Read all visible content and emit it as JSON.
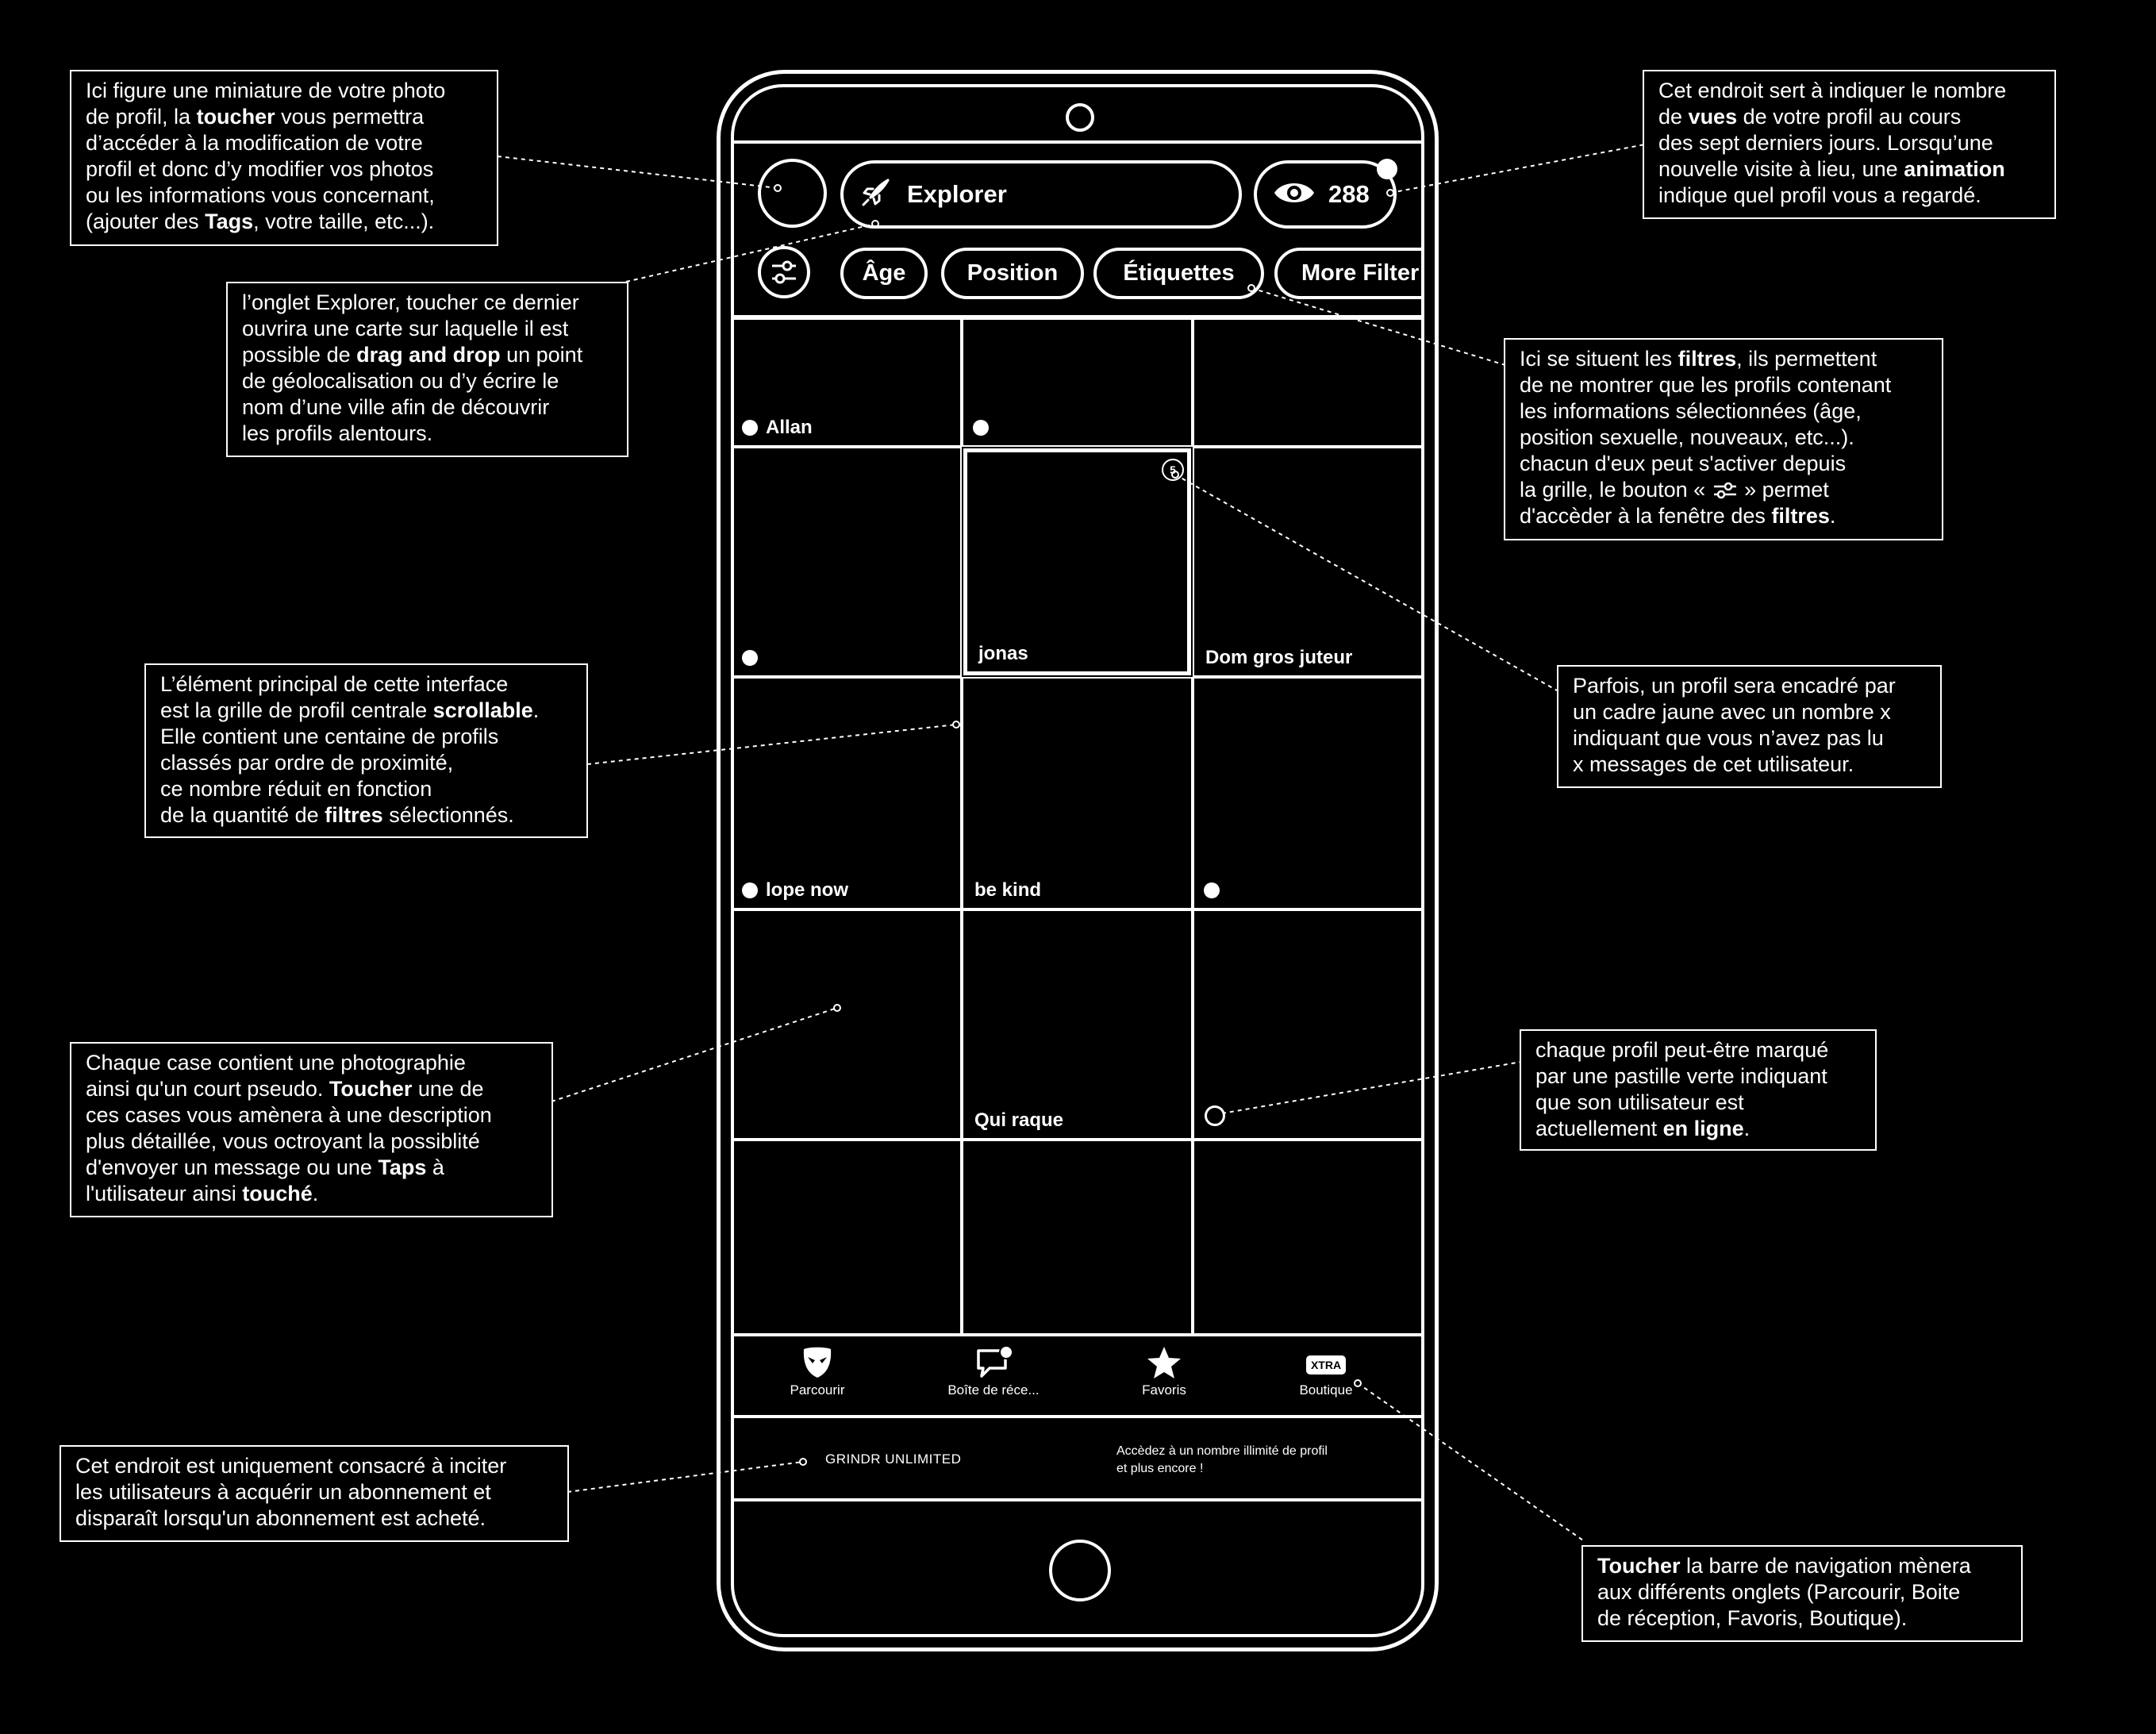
{
  "phone": {
    "header": {
      "explorer_label": "Explorer",
      "views_count": "288"
    },
    "filters": [
      "Âge",
      "Position",
      "Étiquettes",
      "More Filter"
    ],
    "grid": [
      {
        "name": "Allan",
        "online": true,
        "unread": null
      },
      {
        "name": "",
        "online": true,
        "unread": null
      },
      {
        "name": "",
        "online": false,
        "unread": null
      },
      {
        "name": "",
        "online": true,
        "unread": null
      },
      {
        "name": "jonas",
        "online": false,
        "unread": "5"
      },
      {
        "name": "Dom gros juteur",
        "online": false,
        "unread": null
      },
      {
        "name": "lope now",
        "online": true,
        "unread": null
      },
      {
        "name": "be kind",
        "online": false,
        "unread": null
      },
      {
        "name": "",
        "online": true,
        "unread": null
      },
      {
        "name": "",
        "online": false,
        "unread": null
      },
      {
        "name": "Qui raque",
        "online": false,
        "unread": null
      },
      {
        "name": "",
        "online": false,
        "unread": null
      },
      {
        "name": "",
        "online": false,
        "unread": null
      },
      {
        "name": "",
        "online": false,
        "unread": null
      },
      {
        "name": "",
        "online": false,
        "unread": null
      }
    ],
    "tabs": [
      {
        "label": "Parcourir",
        "icon": "mask-icon"
      },
      {
        "label": "Boîte de réce...",
        "icon": "chat-bubble-icon"
      },
      {
        "label": "Favoris",
        "icon": "star-icon"
      },
      {
        "label": "Boutique",
        "icon": "xtra-badge-icon",
        "badge_text": "XTRA"
      }
    ],
    "promo": {
      "title": "GRINDR UNLIMITED",
      "description_line1": "Accèdez à un nombre illimité de profil",
      "description_line2": "et plus encore !"
    }
  },
  "callouts": {
    "avatar": [
      [
        {
          "t": "Ici figure une miniature de votre photo"
        }
      ],
      [
        {
          "t": "de profil, la "
        },
        {
          "t": "toucher",
          "b": true
        },
        {
          "t": " vous permettra"
        }
      ],
      [
        {
          "t": "d’accéder à la modification de votre"
        }
      ],
      [
        {
          "t": "profil et donc d’y modifier vos photos"
        }
      ],
      [
        {
          "t": "ou les informations vous concernant,"
        }
      ],
      [
        {
          "t": "(ajouter des "
        },
        {
          "t": "Tags",
          "b": true
        },
        {
          "t": ", votre taille, etc...)."
        }
      ]
    ],
    "explorer": [
      [
        {
          "t": "l’onglet Explorer, toucher ce dernier"
        }
      ],
      [
        {
          "t": "ouvrira une carte sur laquelle il est"
        }
      ],
      [
        {
          "t": "possible de "
        },
        {
          "t": "drag and drop",
          "b": true
        },
        {
          "t": " un point"
        }
      ],
      [
        {
          "t": "de géolocalisation ou d’y écrire le"
        }
      ],
      [
        {
          "t": "nom d’une ville afin de découvrir"
        }
      ],
      [
        {
          "t": "les profils alentours."
        }
      ]
    ],
    "grid": [
      [
        {
          "t": "L’élément principal de cette interface"
        }
      ],
      [
        {
          "t": "est la grille de profil centrale "
        },
        {
          "t": "scrollable",
          "b": true
        },
        {
          "t": "."
        }
      ],
      [
        {
          "t": "Elle contient une centaine de profils"
        }
      ],
      [
        {
          "t": "classés par ordre de proximité,"
        }
      ],
      [
        {
          "t": "ce nombre réduit en fonction"
        }
      ],
      [
        {
          "t": "de la quantité de "
        },
        {
          "t": "filtres",
          "b": true
        },
        {
          "t": " sélectionnés."
        }
      ]
    ],
    "cell": [
      [
        {
          "t": "Chaque case contient une photographie"
        }
      ],
      [
        {
          "t": "ainsi qu'un court pseudo. "
        },
        {
          "t": "Toucher",
          "b": true
        },
        {
          "t": " une de"
        }
      ],
      [
        {
          "t": "ces cases vous amènera à une description"
        }
      ],
      [
        {
          "t": "plus détaillée, vous octroyant la possiblité"
        }
      ],
      [
        {
          "t": "d'envoyer un message ou une "
        },
        {
          "t": "Taps",
          "b": true
        },
        {
          "t": " à"
        }
      ],
      [
        {
          "t": "l'utilisateur ainsi "
        },
        {
          "t": "touché",
          "b": true
        },
        {
          "t": "."
        }
      ]
    ],
    "promo": [
      [
        {
          "t": "Cet endroit est uniquement consacré à inciter"
        }
      ],
      [
        {
          "t": "les utilisateurs à acquérir un abonnement et"
        }
      ],
      [
        {
          "t": "disparaît lorsqu'un abonnement est acheté."
        }
      ]
    ],
    "views": [
      [
        {
          "t": "Cet endroit sert à indiquer le nombre"
        }
      ],
      [
        {
          "t": "de "
        },
        {
          "t": "vues",
          "b": true
        },
        {
          "t": " de votre profil au cours"
        }
      ],
      [
        {
          "t": "des sept derniers jours. Lorsqu’une"
        }
      ],
      [
        {
          "t": "nouvelle visite à lieu, une "
        },
        {
          "t": "animation",
          "b": true
        }
      ],
      [
        {
          "t": "indique quel profil vous a regardé."
        }
      ]
    ],
    "filters": [
      [
        {
          "t": "Ici se situent les "
        },
        {
          "t": "filtres",
          "b": true
        },
        {
          "t": ", ils permettent"
        }
      ],
      [
        {
          "t": "de ne montrer que les profils contenant"
        }
      ],
      [
        {
          "t": "les informations sélectionnées (âge,"
        }
      ],
      [
        {
          "t": "position sexuelle, nouveaux, etc...)."
        }
      ],
      [
        {
          "t": "chacun d'eux peut s'activer depuis"
        }
      ],
      [
        {
          "t": "la grille, le bouton « "
        },
        {
          "icon": "sliders-icon"
        },
        {
          "t": " » permet"
        }
      ],
      [
        {
          "t": "d'accèder à la fenêtre des "
        },
        {
          "t": "filtres",
          "b": true
        },
        {
          "t": "."
        }
      ]
    ],
    "unread": [
      [
        {
          "t": "Parfois, un profil sera encadré par"
        }
      ],
      [
        {
          "t": "un cadre jaune avec un nombre x"
        }
      ],
      [
        {
          "t": "indiquant que vous n’avez pas lu"
        }
      ],
      [
        {
          "t": "x messages de cet utilisateur."
        }
      ]
    ],
    "online": [
      [
        {
          "t": "chaque profil peut-être marqué"
        }
      ],
      [
        {
          "t": "par une pastille verte indiquant"
        }
      ],
      [
        {
          "t": "que son utilisateur est"
        }
      ],
      [
        {
          "t": "actuellement "
        },
        {
          "t": "en ligne",
          "b": true
        },
        {
          "t": "."
        }
      ]
    ],
    "navbar": [
      [
        {
          "t": "Toucher",
          "b": true
        },
        {
          "t": " la barre de navigation mènera"
        }
      ],
      [
        {
          "t": "aux différents onglets (Parcourir, Boite"
        }
      ],
      [
        {
          "t": "de réception, Favoris, Boutique)."
        }
      ]
    ]
  }
}
